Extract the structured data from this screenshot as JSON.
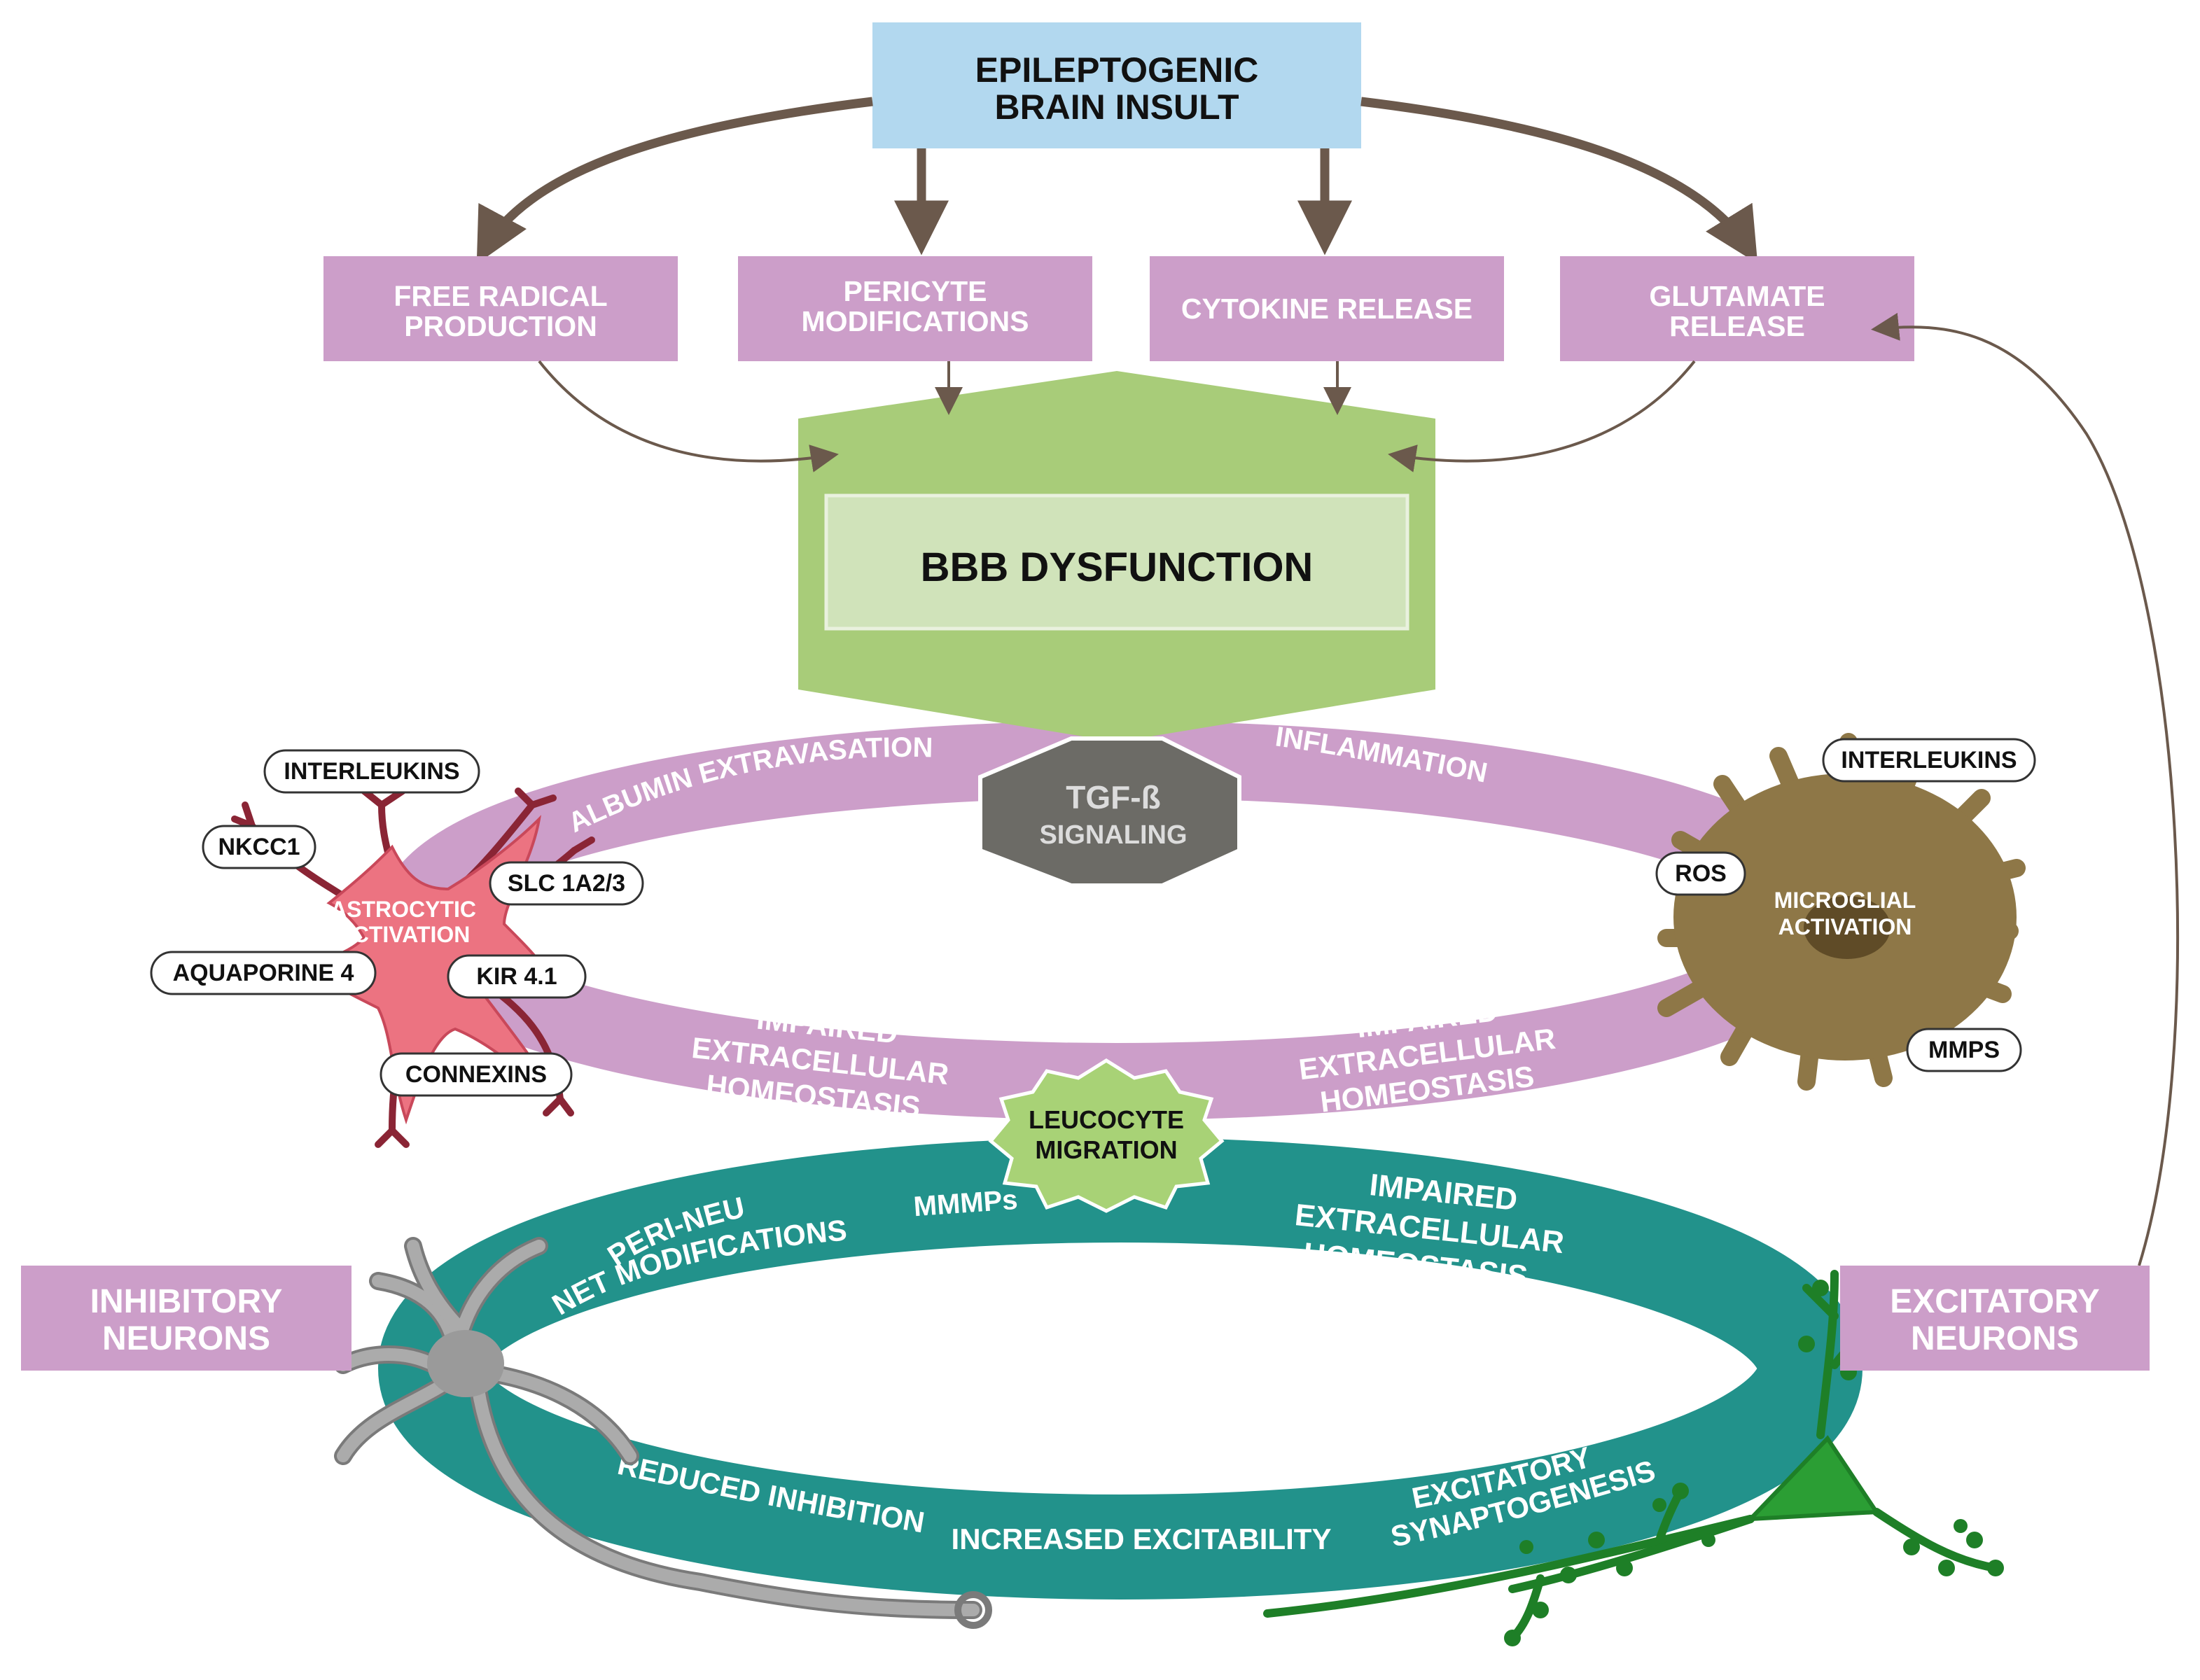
{
  "colors": {
    "insult_box": "#b2d8ef",
    "cause_box": "#cc9ec9",
    "arrow": "#6b594c",
    "bbb_outer": "#a8cc79",
    "bbb_inner": "#d0e3ba",
    "purple_ring": "#cc9ec9",
    "teal_ring": "#22928b",
    "tgf_box": "#6c6b66",
    "astrocyte": "#ec7381",
    "microglia": "#8e7747",
    "leucocyte": "#a8d276",
    "inhibitory_neuron": "#9a9a9a",
    "excitatory_neuron": "#2b9e34"
  },
  "insult": {
    "line1": "EPILEPTOGENIC",
    "line2": "BRAIN INSULT"
  },
  "causes": [
    {
      "line1": "FREE RADICAL",
      "line2": "PRODUCTION"
    },
    {
      "line1": "PERICYTE",
      "line2": "MODIFICATIONS"
    },
    {
      "line1": "CYTOKINE RELEASE",
      "line2": ""
    },
    {
      "line1": "GLUTAMATE",
      "line2": "RELEASE"
    }
  ],
  "bbb": {
    "label": "BBB DYSFUNCTION"
  },
  "tgf": {
    "line1": "TGF-ß",
    "line2": "SIGNALING"
  },
  "purple_ring": {
    "albumin": "ALBUMIN EXTRAVASATION",
    "inflammation": "INFLAMMATION",
    "impaired_left": [
      "IMPAIRED",
      "EXTRACELLULAR",
      "HOMEOSTASIS"
    ],
    "impaired_right": [
      "IMPAIRED",
      "EXTRACELLULAR",
      "HOMEOSTASIS"
    ]
  },
  "leucocyte": {
    "line1": "LEUCOCYTE",
    "line2": "MIGRATION"
  },
  "astrocyte": {
    "line1": "ASTROCYTIC",
    "line2": "ACTIVATION",
    "tags": [
      "INTERLEUKINS",
      "NKCC1",
      "SLC 1A2/3",
      "AQUAPORINE 4",
      "KIR 4.1",
      "CONNEXINS"
    ]
  },
  "microglia": {
    "line1": "MICROGLIAL",
    "line2": "ACTIVATION",
    "tags": [
      "INTERLEUKINS",
      "ROS",
      "MMPS"
    ]
  },
  "teal_ring": {
    "perineural_1": "PERI-NEURAL",
    "perineural_2": "NET MODIFICATIONS",
    "mmmps": "MMMPs",
    "impaired": [
      "IMPAIRED",
      "EXTRACELLULAR",
      "HOMEOSTASIS"
    ],
    "reduced_inhibition": "REDUCED INHIBITION",
    "increased_excitability": "INCREASED EXCITABILITY",
    "excitatory_1": "EXCITATORY",
    "excitatory_2": "SYNAPTOGENESIS"
  },
  "inhibitory": {
    "line1": "INHIBITORY",
    "line2": "NEURONS"
  },
  "excitatory": {
    "line1": "EXCITATORY",
    "line2": "NEURONS"
  }
}
